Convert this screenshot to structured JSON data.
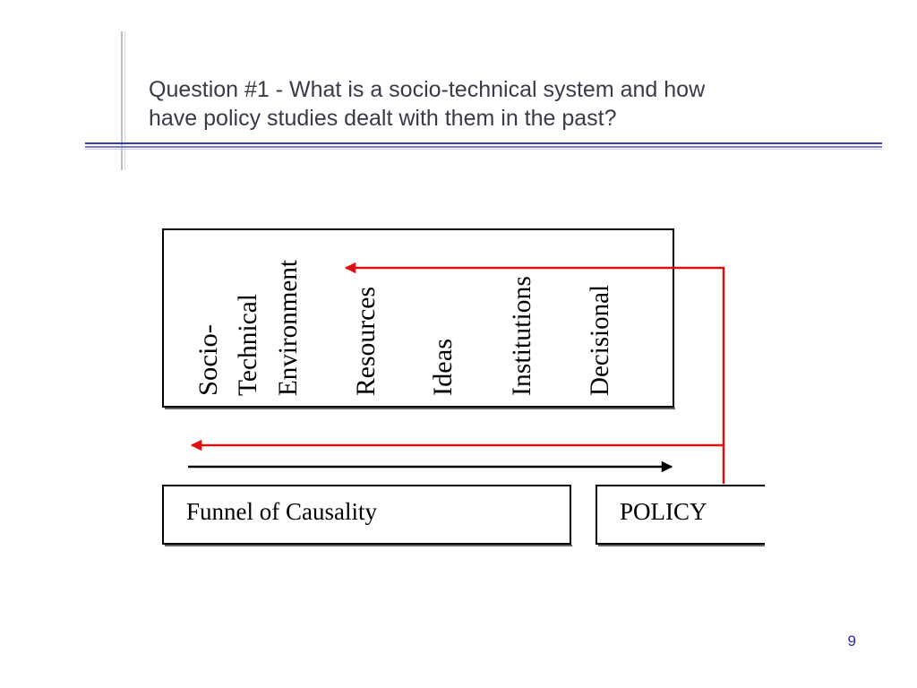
{
  "slide": {
    "title_line1": "Question #1 -  What is a socio-technical system and how",
    "title_line2": "have policy studies dealt with them in the past?",
    "page_number": "9"
  },
  "diagram": {
    "environment_box": {
      "labels": [
        "Socio-",
        "Technical",
        "Environment",
        "Resources",
        "Ideas",
        "Institutions",
        "Decisional"
      ]
    },
    "funnel_box": {
      "label": "Funnel of Causality"
    },
    "policy_box": {
      "label": "POLICY"
    },
    "colors": {
      "feedback_arrow": "#dd1111",
      "causal_arrow": "#000000",
      "rule_dark": "#3b3bb0"
    }
  }
}
